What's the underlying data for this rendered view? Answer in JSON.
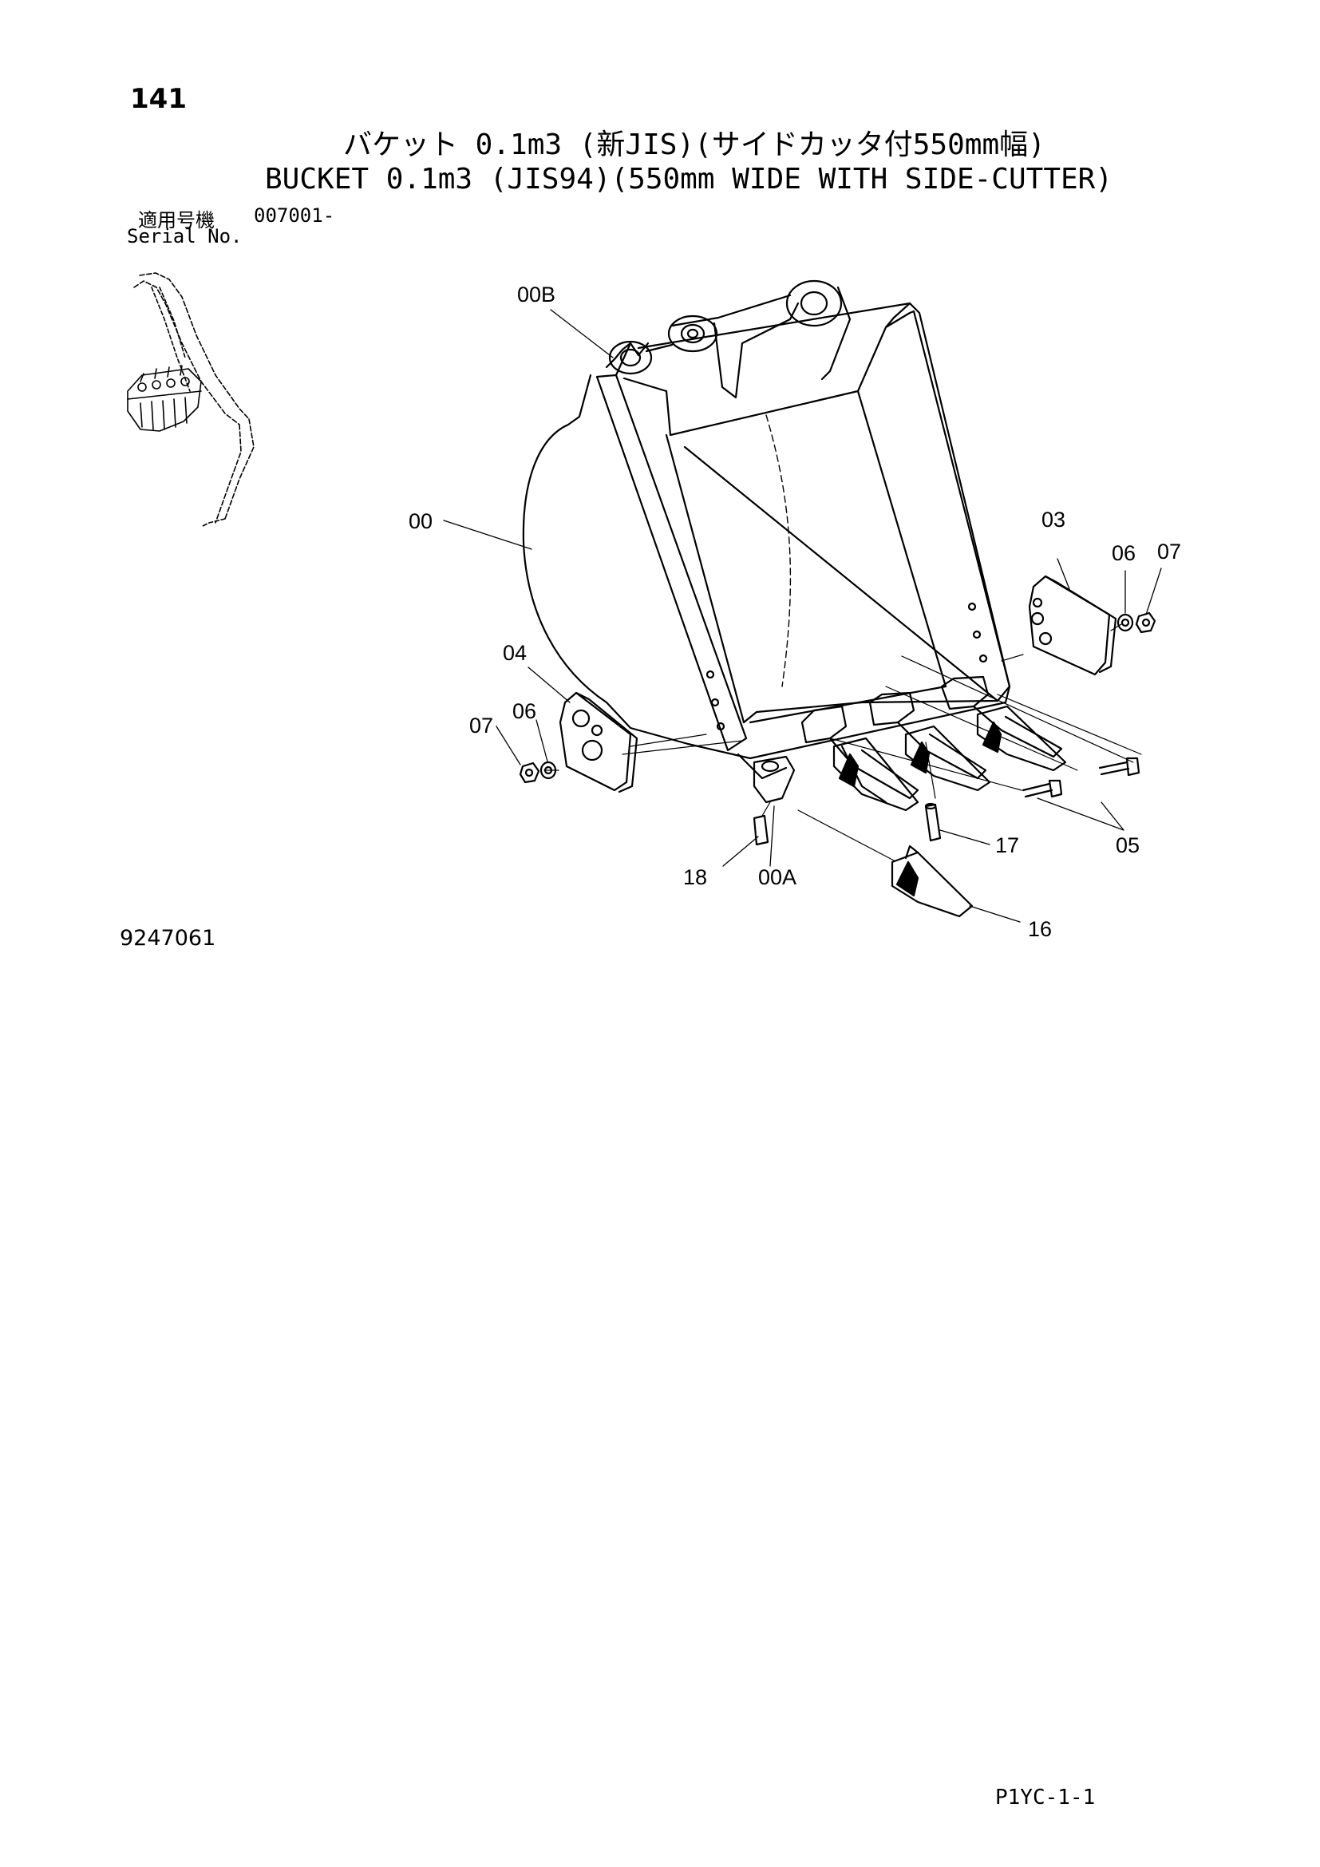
{
  "header": {
    "page_number": "141",
    "title_jp": "バケット 0.1m3 (新JIS)(サイドカッタ付550mm幅)",
    "title_en": "BUCKET 0.1m3 (JIS94)(550mm WIDE WITH SIDE-CUTTER)",
    "serial_label_jp": "適用号機",
    "serial_value": "007001-",
    "serial_label_en": "Serial No."
  },
  "diagram": {
    "callouts": {
      "c_00B": "00B",
      "c_00": "00",
      "c_03": "03",
      "c_06r": "06",
      "c_07r": "07",
      "c_04": "04",
      "c_07l": "07",
      "c_06l": "06",
      "c_05": "05",
      "c_17": "17",
      "c_18": "18",
      "c_00A": "00A",
      "c_16": "16"
    }
  },
  "footer": {
    "figure_number": "9247061",
    "doc_code": "P1YC-1-1"
  }
}
